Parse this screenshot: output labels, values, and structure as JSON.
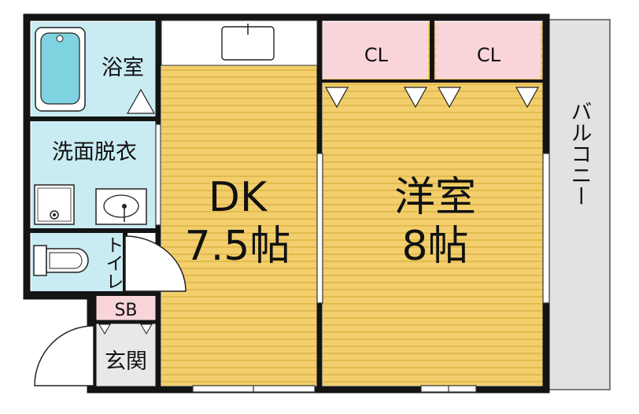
{
  "colors": {
    "floor": "#F2CF6C",
    "floor_stripe": "#E2BA4E",
    "wet_room": "#C9ECF3",
    "closet": "#F9D5D9",
    "balcony": "#E2E2E2",
    "wall": "#141414",
    "fixture_fill": "#7FD2E0"
  },
  "rooms": {
    "bath": "浴室",
    "washroom": "洗面脱衣",
    "toilet": "トイレ",
    "storage": "SB",
    "entrance": "玄関",
    "dk_name": "DK",
    "dk_size": "7.5帖",
    "western_name": "洋室",
    "western_size": "8帖",
    "closet_left": "CL",
    "closet_right": "CL",
    "balcony": "バルコニー"
  },
  "icons": {
    "bathtub": "bathtub-icon",
    "washer": "washing-machine-icon",
    "sink": "wash-basin-icon",
    "toilet": "toilet-icon",
    "kitchen": "kitchen-sink-icon"
  }
}
